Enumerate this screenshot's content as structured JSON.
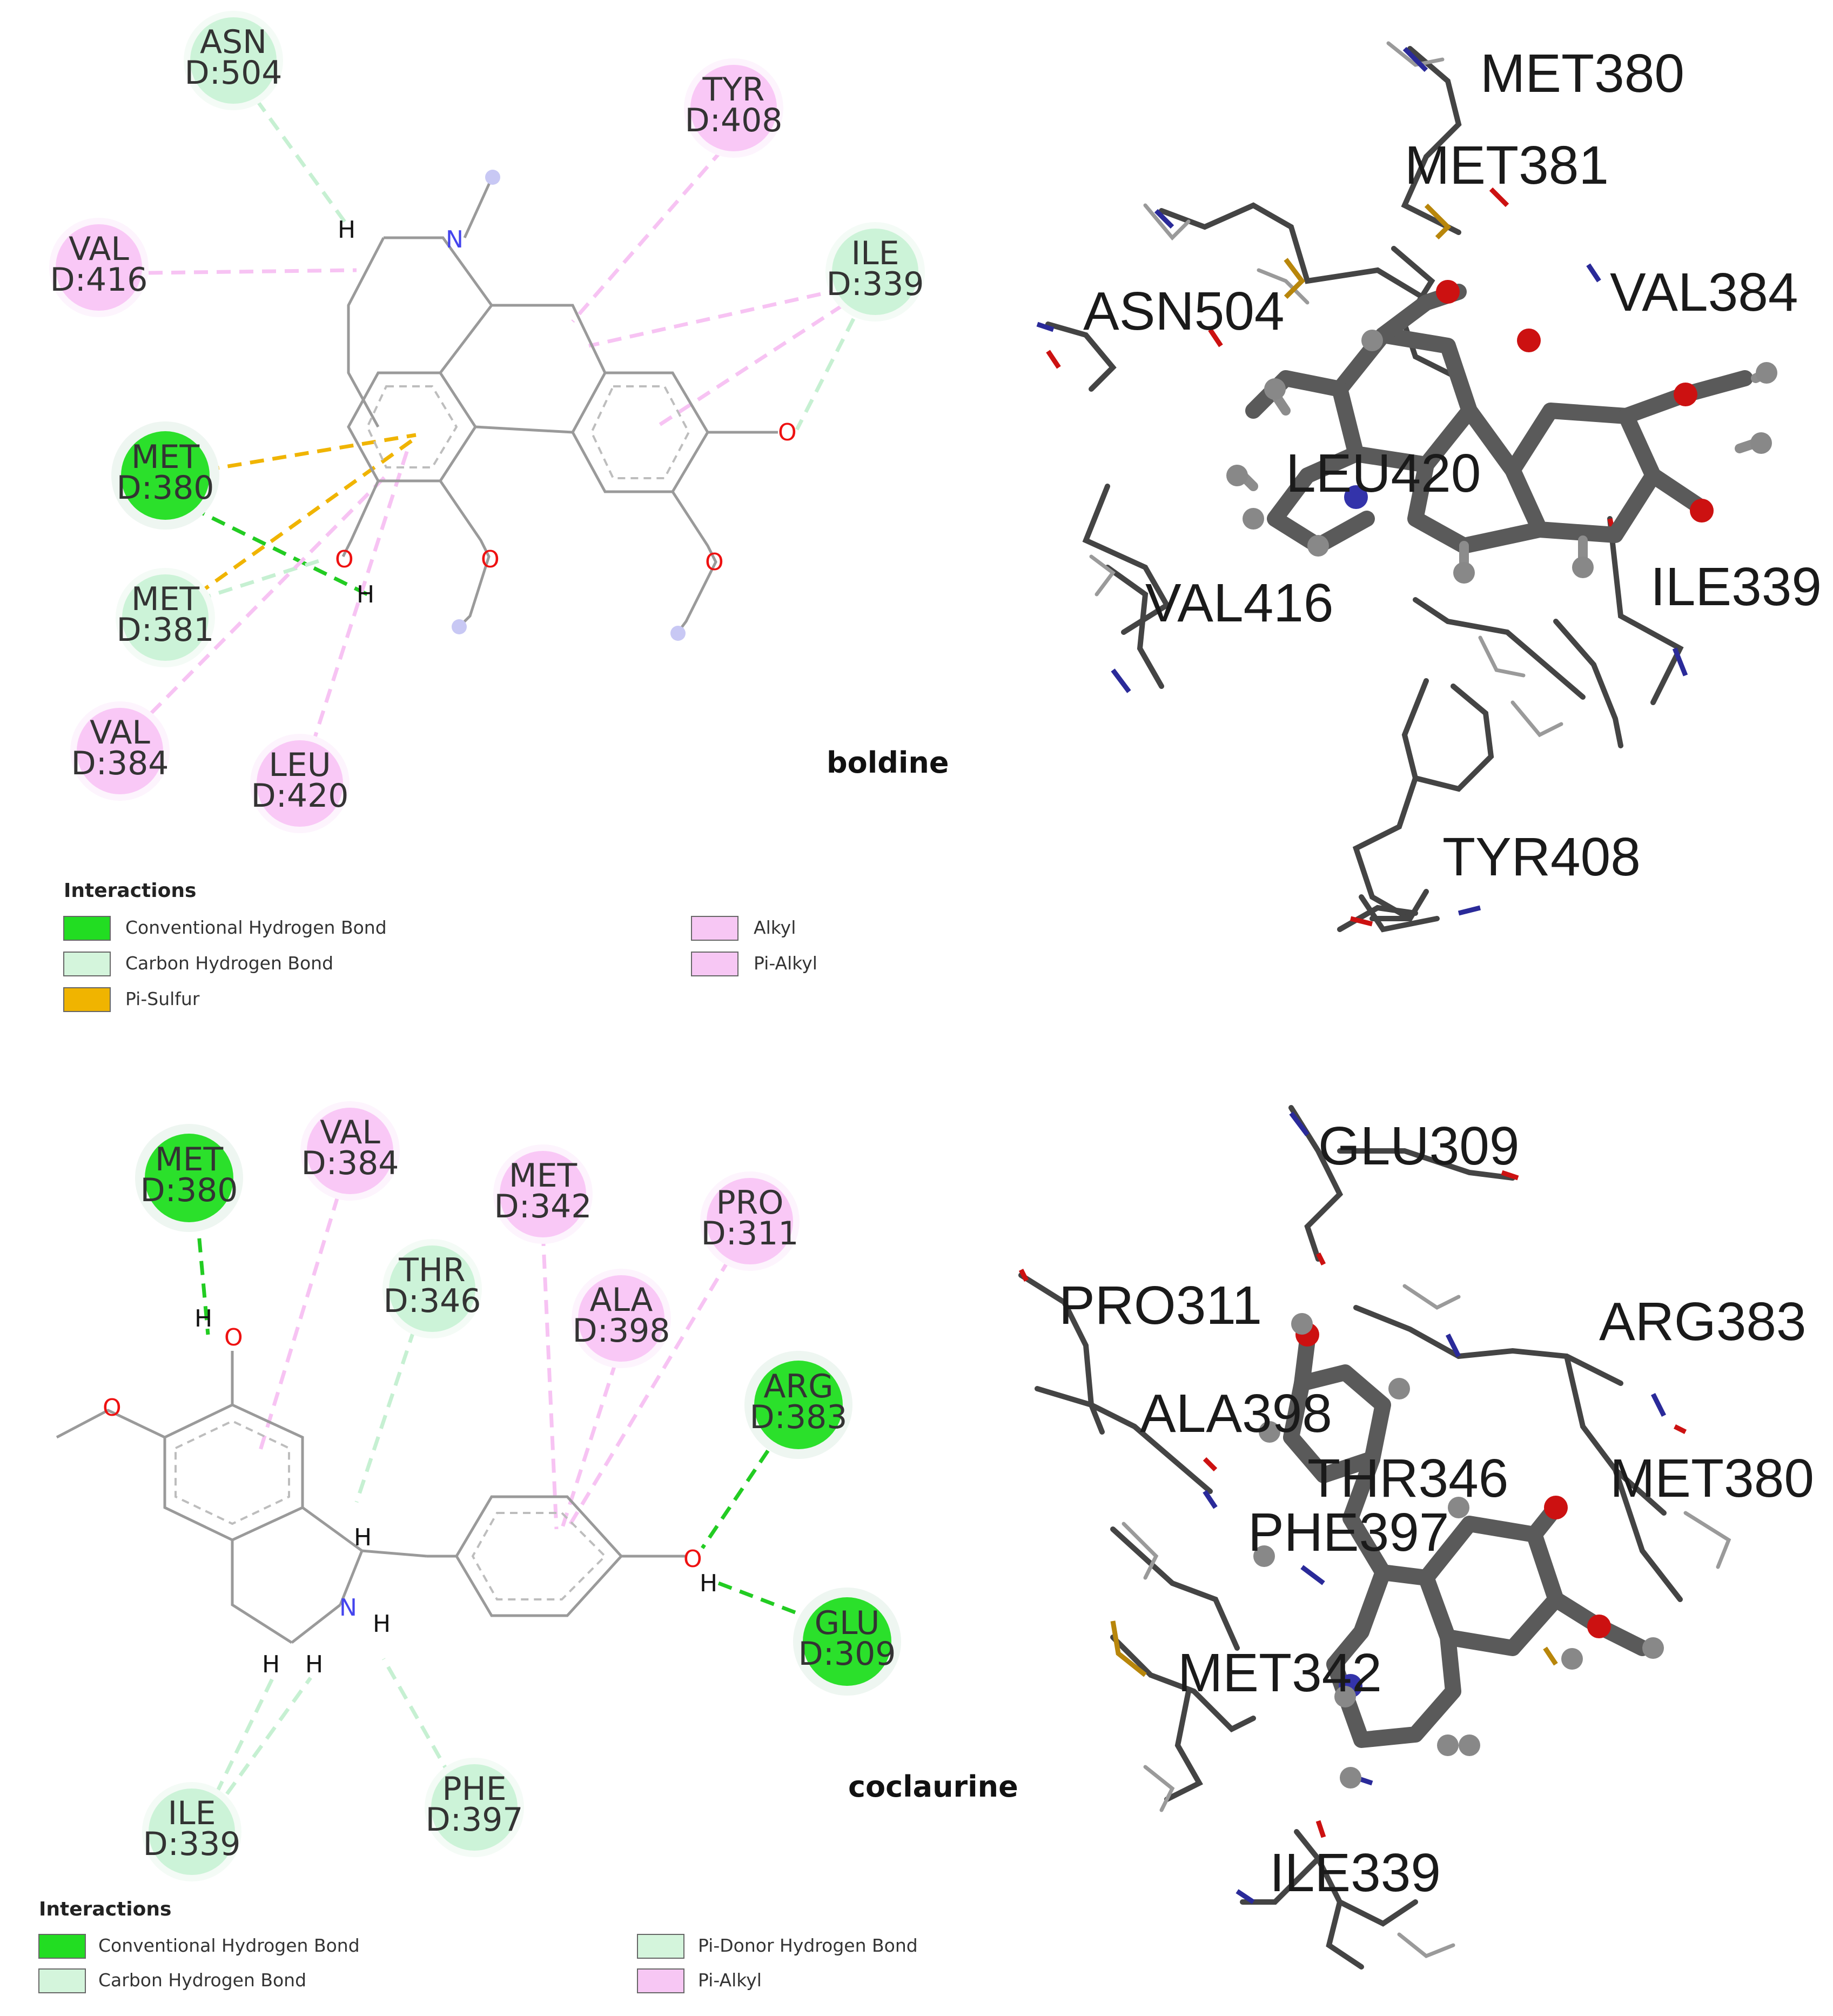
{
  "colors": {
    "conventional_hbond": "#22dd22",
    "carbon_hbond": "#d4f5dc",
    "pi_sulfur": "#f0b400",
    "alkyl": "#f7c7f4",
    "pi_alkyl": "#f7c7f4",
    "pi_donor_hbond": "#d4f5dc"
  },
  "panel_boldine": {
    "ligand_name": "boldine",
    "residues": [
      {
        "name": "ASN",
        "chain": "D:504",
        "type": "carbon_hbond"
      },
      {
        "name": "TYR",
        "chain": "D:408",
        "type": "alkyl"
      },
      {
        "name": "VAL",
        "chain": "D:416",
        "type": "alkyl"
      },
      {
        "name": "ILE",
        "chain": "D:339",
        "type": "carbon_hbond"
      },
      {
        "name": "MET",
        "chain": "D:380",
        "type": "conventional_hbond"
      },
      {
        "name": "MET",
        "chain": "D:381",
        "type": "carbon_hbond"
      },
      {
        "name": "VAL",
        "chain": "D:384",
        "type": "alkyl"
      },
      {
        "name": "LEU",
        "chain": "D:420",
        "type": "alkyl"
      }
    ],
    "atoms": {
      "h1": "H",
      "n1": "N",
      "h2": "H",
      "o": "O"
    },
    "legend": {
      "title": "Interactions",
      "items": [
        {
          "label": "Conventional Hydrogen Bond",
          "type": "conventional_hbond"
        },
        {
          "label": "Carbon Hydrogen Bond",
          "type": "carbon_hbond"
        },
        {
          "label": "Pi-Sulfur",
          "type": "pi_sulfur"
        },
        {
          "label": "Alkyl",
          "type": "alkyl"
        },
        {
          "label": "Pi-Alkyl",
          "type": "pi_alkyl"
        }
      ]
    },
    "labels_3d": [
      "MET380",
      "MET381",
      "VAL384",
      "ASN504",
      "LEU420",
      "VAL416",
      "ILE339",
      "TYR408"
    ]
  },
  "panel_coclaurine": {
    "ligand_name": "coclaurine",
    "residues": [
      {
        "name": "MET",
        "chain": "D:380",
        "type": "conventional_hbond"
      },
      {
        "name": "VAL",
        "chain": "D:384",
        "type": "alkyl"
      },
      {
        "name": "MET",
        "chain": "D:342",
        "type": "alkyl"
      },
      {
        "name": "PRO",
        "chain": "D:311",
        "type": "alkyl"
      },
      {
        "name": "THR",
        "chain": "D:346",
        "type": "carbon_hbond"
      },
      {
        "name": "ALA",
        "chain": "D:398",
        "type": "alkyl"
      },
      {
        "name": "ARG",
        "chain": "D:383",
        "type": "conventional_hbond"
      },
      {
        "name": "GLU",
        "chain": "D:309",
        "type": "conventional_hbond"
      },
      {
        "name": "ILE",
        "chain": "D:339",
        "type": "carbon_hbond"
      },
      {
        "name": "PHE",
        "chain": "D:397",
        "type": "carbon_hbond"
      }
    ],
    "atoms": {
      "h": "H",
      "n": "N",
      "o": "O"
    },
    "legend": {
      "title": "Interactions",
      "items": [
        {
          "label": "Conventional Hydrogen Bond",
          "type": "conventional_hbond"
        },
        {
          "label": "Carbon Hydrogen Bond",
          "type": "carbon_hbond"
        },
        {
          "label": "Pi-Donor Hydrogen Bond",
          "type": "pi_donor_hbond"
        },
        {
          "label": "Pi-Alkyl",
          "type": "pi_alkyl"
        }
      ]
    },
    "labels_3d": [
      "GLU309",
      "PRO311",
      "ARG383",
      "ALA398",
      "THR346",
      "MET380",
      "PHE397",
      "MET342",
      "ILE339"
    ]
  }
}
